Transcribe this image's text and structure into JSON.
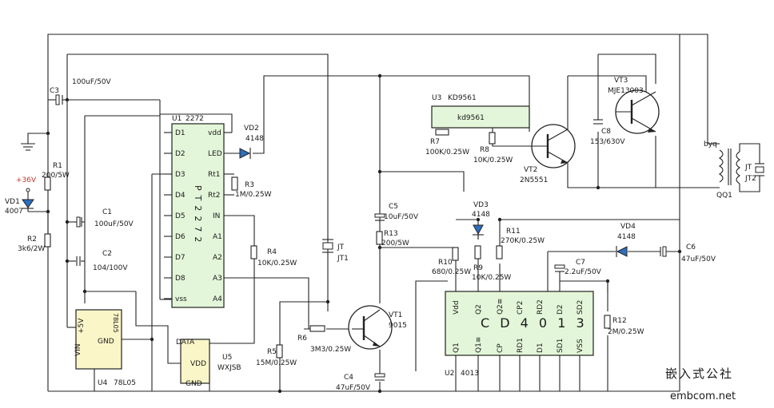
{
  "labels": {
    "c3_name": "C3",
    "c3_val": "100uF/50V",
    "r1_name": "R1",
    "r1_val": "200/5W",
    "v36": "+36V",
    "vd1_name": "VD1",
    "vd1_val": "4007",
    "r2_name": "R2",
    "r2_val": "3k6/2W",
    "c1_name": "C1",
    "c1_val": "100uF/50V",
    "c2_name": "C2",
    "c2_val": "104/100V",
    "u4_plus": "+5V",
    "u4_vin": "VIN",
    "u4_gnd": "GND",
    "u4_part": "78L05",
    "u4_name": "U4",
    "u4_val": "78L05",
    "u1_name": "U1",
    "u1_val": "2272",
    "u1_left": [
      "D1",
      "D2",
      "D3",
      "D4",
      "D5",
      "D6",
      "D7",
      "D8",
      "vss"
    ],
    "u1_right": [
      "vdd",
      "LED",
      "Rt1",
      "Rt2",
      "IN",
      "A1",
      "A2",
      "A3",
      "A4"
    ],
    "u1_vert": "PT2272",
    "r3_name": "R3",
    "r3_val": "1M/0.25W",
    "vd2_name": "VD2",
    "vd2_val": "4148",
    "r4_name": "R4",
    "r4_val": "10K/0.25W",
    "jt_name": "JT",
    "jt_val": "JT1",
    "u5_data": "DATA",
    "u5_vdd": "VDD",
    "u5_gnd": "GND",
    "u5_name": "U5",
    "u5_val": "WXJSB",
    "r5_name": "R5",
    "r5_val": "15M/0.25W",
    "r6_name": "R6",
    "r6_val": "3M3/0.25W",
    "c4_name": "C4",
    "c4_val": "47uF/50V",
    "vt1_name": "VT1",
    "vt1_val": "9015",
    "c5_name": "C5",
    "c5_val": "10uF/50V",
    "r13_name": "R13",
    "r13_val": "200/5W",
    "u3_name": "U3",
    "u3_val": "KD9561",
    "u3_chip": "kd9561",
    "r7_name": "R7",
    "r7_val": "100K/0.25W",
    "r8_name": "R8",
    "r8_val": "10K/0.25W",
    "vt2_name": "VT2",
    "vt2_val": "2N5551",
    "vt3_name": "VT3",
    "vt3_val": "MJE13003",
    "c8_name": "C8",
    "c8_val": "153/630V",
    "byq": "byq",
    "qq1": "QQ1",
    "jt2_name": "JT",
    "jt2_val": "JT2",
    "vd3_name": "VD3",
    "vd3_val": "4148",
    "r11_name": "R11",
    "r11_val": "270K/0.25W",
    "vd4_name": "VD4",
    "vd4_val": "4148",
    "c6_name": "C6",
    "c6_val": "47uF/50V",
    "r10_name": "R10",
    "r10_val": "680/0.25W",
    "r9_name": "R9",
    "r9_val": "10K/0.25W",
    "c7_name": "C7",
    "c7_val": "2.2uF/50V",
    "r12_name": "R12",
    "r12_val": "2M/0.25W",
    "u2_top": [
      "Vdd",
      "Q2",
      "Q2≡",
      "CP2",
      "RD2",
      "D2",
      "SD2"
    ],
    "u2_bot": [
      "Q1",
      "Q1≡",
      "CP",
      "RD1",
      "D1",
      "SD1",
      "VSS"
    ],
    "u2_center": "C D 4 0 1 3",
    "u2_name": "U2",
    "u2_val": "4013",
    "watermark_cn": "嵌入式公社",
    "watermark_url": "embcom.net"
  }
}
